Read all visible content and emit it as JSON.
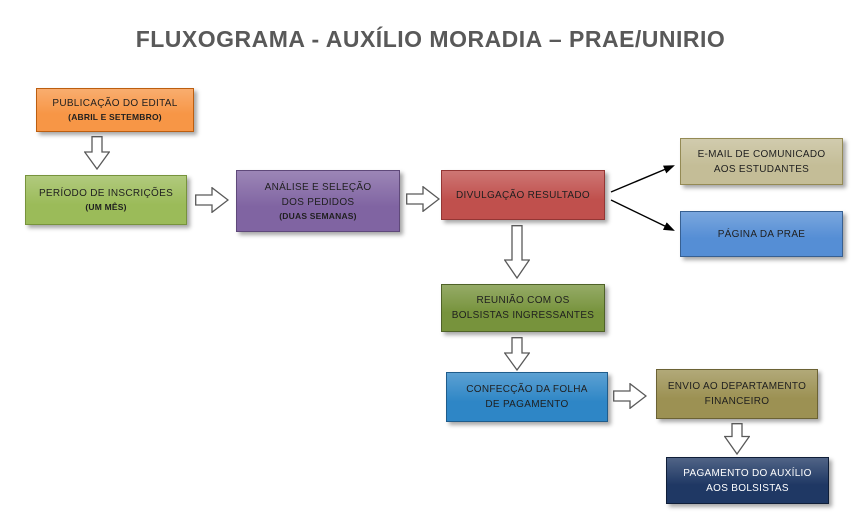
{
  "title": "FLUXOGRAMA - AUXÍLIO MORADIA – PRAE/UNIRIO",
  "colors": {
    "title": "#595959",
    "background": "#FFFFFF",
    "arrow_fill": "#FFFFFF",
    "arrow_outline": "#595959",
    "connector": "#000000"
  },
  "nodes": {
    "edital": {
      "lines": [
        "PUBLICAÇÃO DO EDITAL",
        "(ABRIL E SETEMBRO)"
      ],
      "fill": "#F79646",
      "border": "#BC5E10",
      "text_color": "#1F1F1F"
    },
    "inscricoes": {
      "lines": [
        "PERÍODO DE INSCRIÇÕES",
        "(UM MÊS)"
      ],
      "fill": "#9BBB59",
      "border": "#77933C",
      "text_color": "#1F1F1F"
    },
    "analise": {
      "lines": [
        "ANÁLISE E SELEÇÃO",
        "DOS PEDIDOS",
        "(DUAS SEMANAS)"
      ],
      "fill": "#8064A2",
      "border": "#5F497A",
      "text_color": "#1F1F1F"
    },
    "divulgacao": {
      "lines": [
        "DIVULGAÇÃO RESULTADO"
      ],
      "fill": "#C0504D",
      "border": "#943634",
      "text_color": "#1F1F1F"
    },
    "email": {
      "lines": [
        "E-MAIL DE COMUNICADO",
        "AOS ESTUDANTES"
      ],
      "fill": "#C4BD97",
      "border": "#948A54",
      "text_color": "#1F1F1F"
    },
    "pagina": {
      "lines": [
        "PÁGINA DA PRAE"
      ],
      "fill": "#558ED5",
      "border": "#376092",
      "text_color": "#1F1F1F"
    },
    "reuniao": {
      "lines": [
        "REUNIÃO COM OS",
        "BOLSISTAS INGRESSANTES"
      ],
      "fill": "#77933C",
      "border": "#4F6228",
      "text_color": "#1F1F1F"
    },
    "confeccao": {
      "lines": [
        "CONFECÇÃO DA FOLHA",
        "DE PAGAMENTO"
      ],
      "fill": "#2E86C6",
      "border": "#1F5C8B",
      "text_color": "#1F1F1F"
    },
    "envio": {
      "lines": [
        "ENVIO AO DEPARTAMENTO",
        "FINANCEIRO"
      ],
      "fill": "#9C9153",
      "border": "#6B6234",
      "text_color": "#1F1F1F"
    },
    "pagamento": {
      "lines": [
        "PAGAMENTO DO AUXÍLIO",
        "AOS BOLSISTAS"
      ],
      "fill": "#1F3864",
      "border": "#0F1E38",
      "text_color": "#FFFFFF"
    }
  }
}
